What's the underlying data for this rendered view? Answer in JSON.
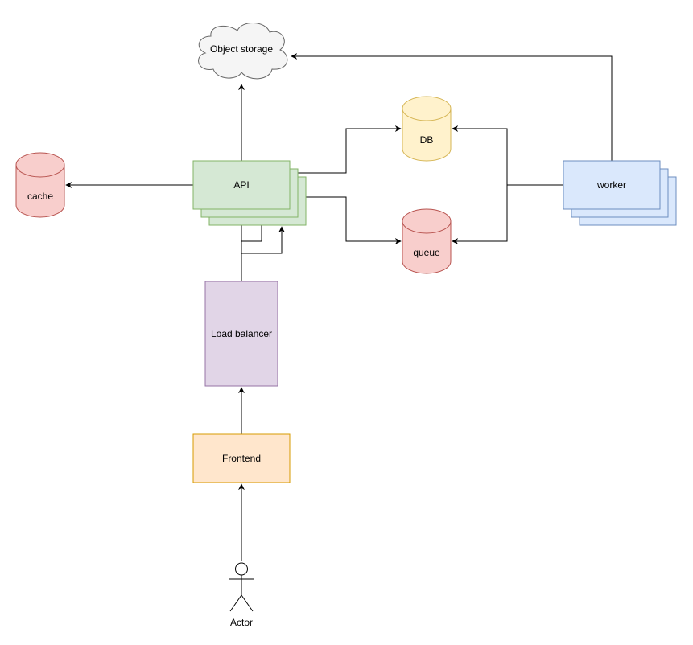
{
  "nodes": {
    "object_storage": {
      "label": "Object storage"
    },
    "db": {
      "label": "DB"
    },
    "cache": {
      "label": "cache"
    },
    "api": {
      "label": "API"
    },
    "worker": {
      "label": "worker"
    },
    "queue": {
      "label": "queue"
    },
    "load_balancer": {
      "label": "Load balancer"
    },
    "frontend": {
      "label": "Frontend"
    },
    "actor": {
      "label": "Actor"
    }
  },
  "colors": {
    "api_fill": "#d5e8d4",
    "api_stroke": "#82b366",
    "worker_fill": "#dae8fc",
    "worker_stroke": "#6c8ebf",
    "db_fill": "#fff2cc",
    "db_stroke": "#d6b656",
    "red_fill": "#f8cecc",
    "red_stroke": "#b85450",
    "lb_fill": "#e1d5e7",
    "lb_stroke": "#9673a6",
    "frontend_fill": "#ffe6cc",
    "frontend_stroke": "#d79b00",
    "cloud_fill": "#f5f5f5",
    "cloud_stroke": "#666666"
  }
}
